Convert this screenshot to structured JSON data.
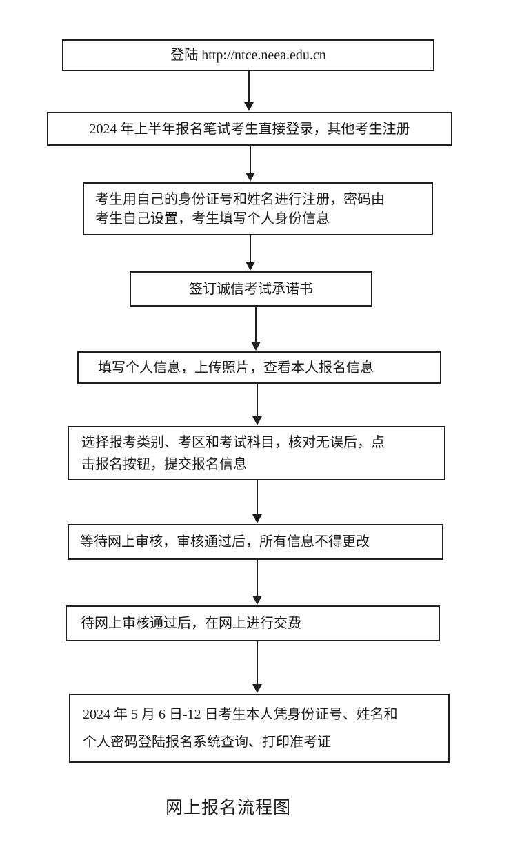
{
  "flow": {
    "nodes": [
      {
        "id": "login-url",
        "text": "登陆 http://ntce.neea.edu.cn"
      },
      {
        "id": "login-or-register",
        "text": "2024 年上半年报名笔试考生直接登录，其他考生注册"
      },
      {
        "id": "register-info",
        "text": "考生用自己的身份证号和姓名进行注册，密码由\n考生自己设置，考生填写个人身份信息"
      },
      {
        "id": "integrity-commitment",
        "text": "签订诚信考试承诺书"
      },
      {
        "id": "fill-info-upload-photo",
        "text": "填写个人信息，上传照片，查看本人报名信息"
      },
      {
        "id": "select-category-submit",
        "text": "选择报考类别、考区和考试科目，核对无误后，点\n击报名按钮，提交报名信息"
      },
      {
        "id": "wait-review",
        "text": "等待网上审核，审核通过后，所有信息不得更改"
      },
      {
        "id": "pay-online",
        "text": "待网上审核通过后，在网上进行交费"
      },
      {
        "id": "print-admission-ticket",
        "text": "2024 年 5 月 6 日-12 日考生本人凭身份证号、姓名和\n个人密码登陆报名系统查询、打印准考证"
      }
    ],
    "caption": "网上报名流程图"
  },
  "colors": {
    "background": "#ffffff",
    "border": "#1f1f1f",
    "text": "#1b1b1b"
  }
}
